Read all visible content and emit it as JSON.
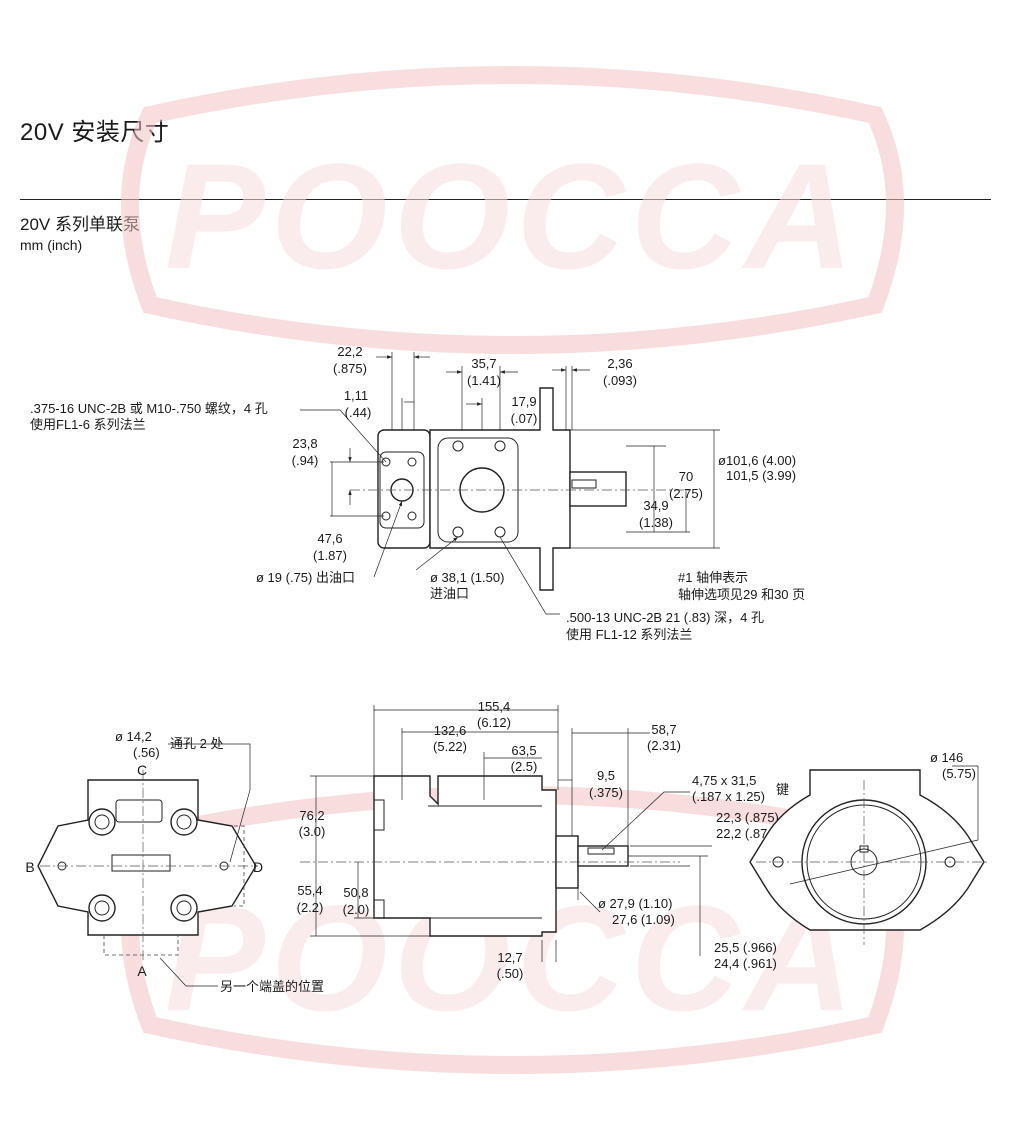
{
  "header": {
    "title": "20V 安装尺寸",
    "section": "20V 系列单联泵",
    "units": "mm  (inch)"
  },
  "watermark": {
    "text": "POOCCA",
    "color": "#f5cfcf"
  },
  "top_view": {
    "dims": {
      "d22_2": "22,2",
      "d22_2_in": "(.875)",
      "d35_7": "35,7",
      "d35_7_in": "(1.41)",
      "d2_36": "2,36",
      "d2_36_in": "(.093)",
      "d1_11": "1,11",
      "d1_11_in": "(.44)",
      "d17_9": "17,9",
      "d17_9_in": "(.07)",
      "d23_8": "23,8",
      "d23_8_in": "(.94)",
      "d47_6": "47,6",
      "d47_6_in": "(1.87)",
      "d70": "70",
      "d70_in": "(2.75)",
      "d34_9": "34,9",
      "d34_9_in": "(1.38)",
      "dia101_a": "ø101,6 (4.00)",
      "dia101_b": "101,5 (3.99)"
    },
    "notes": {
      "bolt_line1": ".375-16 UNC-2B 或 M10-.750  螺纹，4  孔",
      "bolt_line2": "使用FL1-6  系列法兰",
      "outlet": "ø  19 (.75) 出油口",
      "inlet_line1": "ø 38,1 (1.50)",
      "inlet_line2": "进油口",
      "shaft_line1": "#1  轴伸表示",
      "shaft_line2": "轴伸选项见29 和30 页",
      "mount_line1": ".500-13 UNC-2B 21 (.83)   深，4  孔",
      "mount_line2": "使用  FL1-12 系列法兰"
    }
  },
  "end_view_left": {
    "hole_dia": "ø  14,2",
    "hole_dia_in": "(.56)",
    "hole_note": "通孔 2 处",
    "labels": {
      "a": "A",
      "b": "B",
      "c": "C",
      "d": "D"
    },
    "cover_note": "另一个端盖的位置"
  },
  "side_view": {
    "dims": {
      "d155_4": "155,4",
      "d155_4_in": "(6.12)",
      "d132_6": "132,6",
      "d132_6_in": "(5.22)",
      "d63_5": "63,5",
      "d63_5_in": "(2.5)",
      "d58_7": "58,7",
      "d58_7_in": "(2.31)",
      "d9_5": "9,5",
      "d9_5_in": "(.375)",
      "key_a": "4,75 x 31,5",
      "key_b": "(.187 x 1.25)",
      "key_word": "键",
      "d22_3": "22,3 (.875)",
      "d22_2": "22,2 (.874)",
      "d76_2": "76,2",
      "d76_2_in": "(3.0)",
      "d55_4": "55,4",
      "d55_4_in": "(2.2)",
      "d50_8": "50,8",
      "d50_8_in": "(2.0)",
      "dia27_9": "ø  27,9 (1.10)",
      "dia27_6": "27,6 (1.09)",
      "d12_7": "12,7",
      "d12_7_in": "(.50)",
      "d25_5": "25,5 (.966)",
      "d24_4": "24,4 (.961)"
    }
  },
  "end_view_right": {
    "dia": "ø  146",
    "dia_in": "(5.75)"
  }
}
